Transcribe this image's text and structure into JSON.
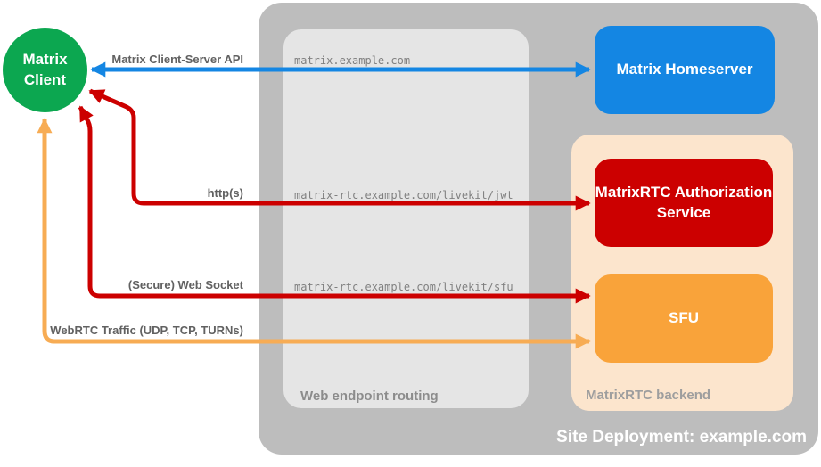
{
  "title": "MatrixRTC site deployment diagram",
  "client": {
    "label": "Matrix\nClient"
  },
  "homeserver": {
    "label": "Matrix Homeserver"
  },
  "auth_service": {
    "label": "MatrixRTC Authorization Service"
  },
  "sfu": {
    "label": "SFU"
  },
  "containers": {
    "site": {
      "label": "Site Deployment: example.com"
    },
    "routing": {
      "label": "Web endpoint routing",
      "endpoints": [
        "matrix.example.com",
        "matrix-rtc.example.com/livekit/jwt",
        "matrix-rtc.example.com/livekit/sfu"
      ]
    },
    "backend": {
      "label": "MatrixRTC backend"
    }
  },
  "arrows": [
    {
      "label": "Matrix Client-Server API",
      "from": "Matrix Client",
      "to": "Matrix Homeserver",
      "direction": "bidirectional",
      "color": "#1486E3"
    },
    {
      "label": "http(s)",
      "from": "Matrix Client",
      "to": "MatrixRTC Authorization Service",
      "direction": "bidirectional",
      "color": "#CC0000"
    },
    {
      "label": "(Secure) Web Socket",
      "from": "Matrix Client",
      "to": "SFU",
      "direction": "bidirectional",
      "color": "#CC0000"
    },
    {
      "label": "WebRTC Traffic (UDP, TCP, TURNs)",
      "from": "Matrix Client",
      "to": "SFU",
      "direction": "bidirectional",
      "color": "#F7AC54"
    }
  ],
  "colors": {
    "client_green": "#0CA750",
    "homeserver_blue": "#1486E3",
    "auth_red": "#CC0000",
    "sfu_orange": "#F9A33A",
    "webrtc_orange": "#F7AC54",
    "backend_peach": "#FCE5CD",
    "site_gray": "#BDBDBD",
    "routing_gray": "#E5E5E5"
  }
}
